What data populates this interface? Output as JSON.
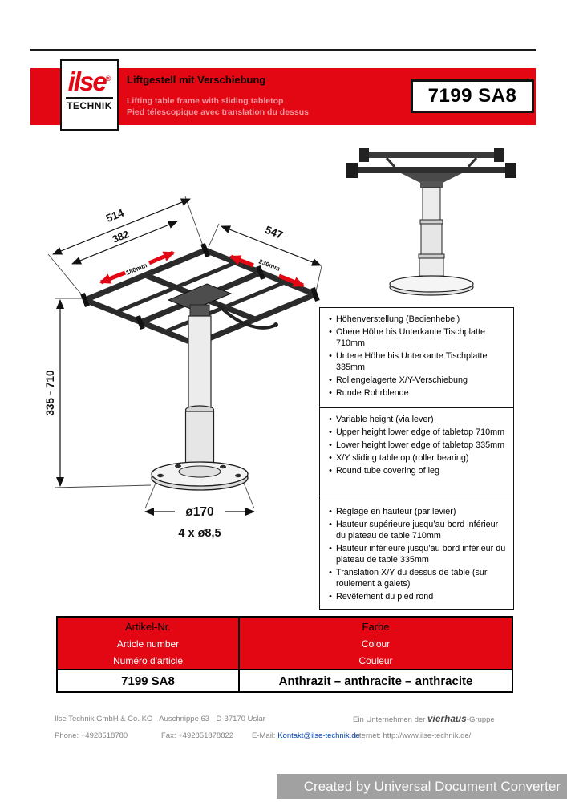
{
  "ui": {
    "bullet": "•"
  },
  "colors": {
    "brand_red": "#e30613"
  },
  "header": {
    "logo_brand": "ilse",
    "logo_reg": "®",
    "logo_sub": "TECHNIK",
    "title_de": "Liftgestell mit Verschiebung",
    "title_en": "Lifting table frame with sliding tabletop",
    "title_fr": "Pied télescopique avec translation du dessus",
    "article_number": "7199 SA8"
  },
  "drawing": {
    "dim_514": "514",
    "dim_382": "382",
    "dim_547": "547",
    "arrow_180": "180mm",
    "arrow_230": "230mm",
    "dim_height": "335 - 710",
    "dim_diameter": "ø170",
    "dim_holes": "4 x ø8,5"
  },
  "features": {
    "de": [
      "Höhenverstellung (Bedienhebel)",
      "Obere Höhe bis Unterkante Tischplatte 710mm",
      "Untere Höhe bis Unterkante Tischplatte 335mm",
      "Rollengelagerte X/Y-Verschiebung",
      "Runde Rohrblende"
    ],
    "en": [
      "Variable height (via lever)",
      "Upper height lower edge of tabletop 710mm",
      "Lower height lower edge of tabletop 335mm",
      "X/Y sliding tabletop (roller bearing)",
      "Round tube covering of leg"
    ],
    "fr": [
      "Réglage en hauteur (par levier)",
      "Hauteur supérieure jusqu’au bord inférieur du plateau de table 710mm",
      "Hauteur inférieure jusqu’au bord inférieur du plateau de table 335mm",
      "Translation X/Y du dessus de table (sur roulement à galets)",
      "Revêtement du pied rond"
    ]
  },
  "table": {
    "col1": [
      "Artikel-Nr.",
      "Article number",
      "Numéro d'article"
    ],
    "col2": [
      "Farbe",
      "Colour",
      "Couleur"
    ],
    "row": {
      "article": "7199 SA8",
      "colour": "Anthrazit – anthracite – anthracite"
    }
  },
  "footer": {
    "company_line": "Ilse Technik GmbH & Co. KG  ·  Auschnippe 63  ·  D-37170 Uslar",
    "group_prefix": "Ein Unternehmen der",
    "group_logo": "vierhaus",
    "group_suffix": "-Gruppe",
    "phone": "Phone:  +4928518780",
    "fax": "Fax:  +492851878822",
    "email_label": "E-Mail:",
    "email": "Kontakt@ilse-technik.de",
    "internet_label": "Internet:",
    "internet": "http://www.ilse-technik.de/"
  },
  "watermark": "Created by Universal Document Converter"
}
